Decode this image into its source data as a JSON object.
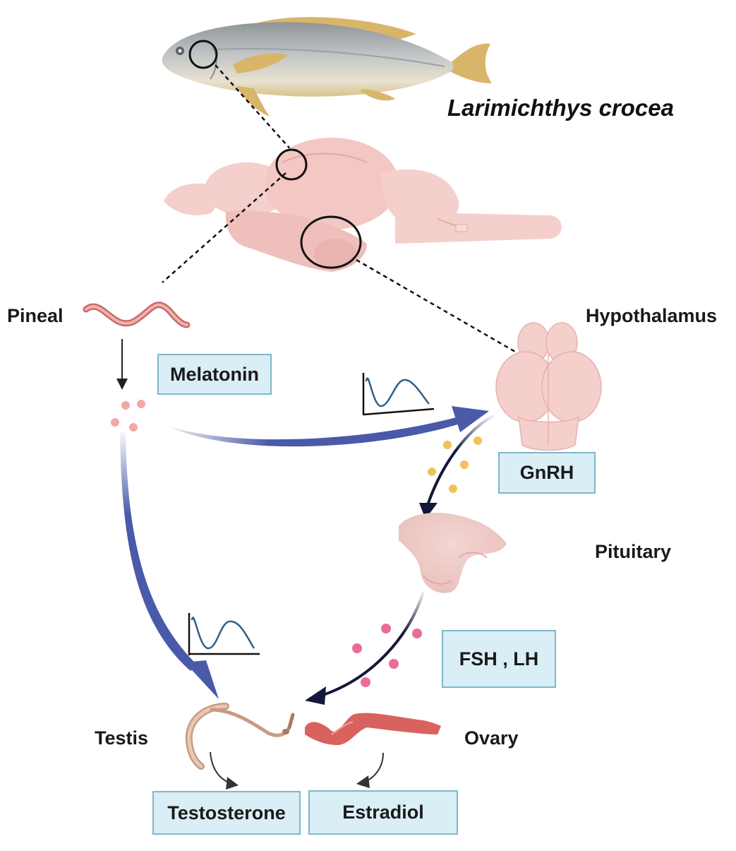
{
  "species": "Larimichthys crocea",
  "labels": {
    "pineal": "Pineal",
    "hypothalamus": "Hypothalamus",
    "pituitary": "Pituitary",
    "testis": "Testis",
    "ovary": "Ovary"
  },
  "hormones": {
    "melatonin": "Melatonin",
    "gnrh": "GnRH",
    "fsh_lh": "FSH , LH",
    "testosterone": "Testosterone",
    "estradiol": "Estradiol"
  },
  "colors": {
    "fish_body": "#b9bcbf",
    "fish_fin": "#d9b56a",
    "brain": "#f4cfcc",
    "pineal_worm": "#d88a88",
    "melatonin_dot": "#f2a8a4",
    "gnrh_dot": "#f2c15a",
    "fsh_lh_dot": "#ea6d96",
    "blue_arrow": "#4a5aa8",
    "dark_arrow": "#14163a",
    "hormone_box_fill": "#daeef5",
    "hormone_box_border": "#7fb7c9",
    "testis": "#d9b39a",
    "ovary": "#d9625f"
  },
  "icons": [
    "fish-illustration",
    "brain-illustration",
    "pineal-gland-icon",
    "hypothalamus-icon",
    "pituitary-icon",
    "testis-icon",
    "ovary-icon",
    "rhythm-curve-icon"
  ]
}
